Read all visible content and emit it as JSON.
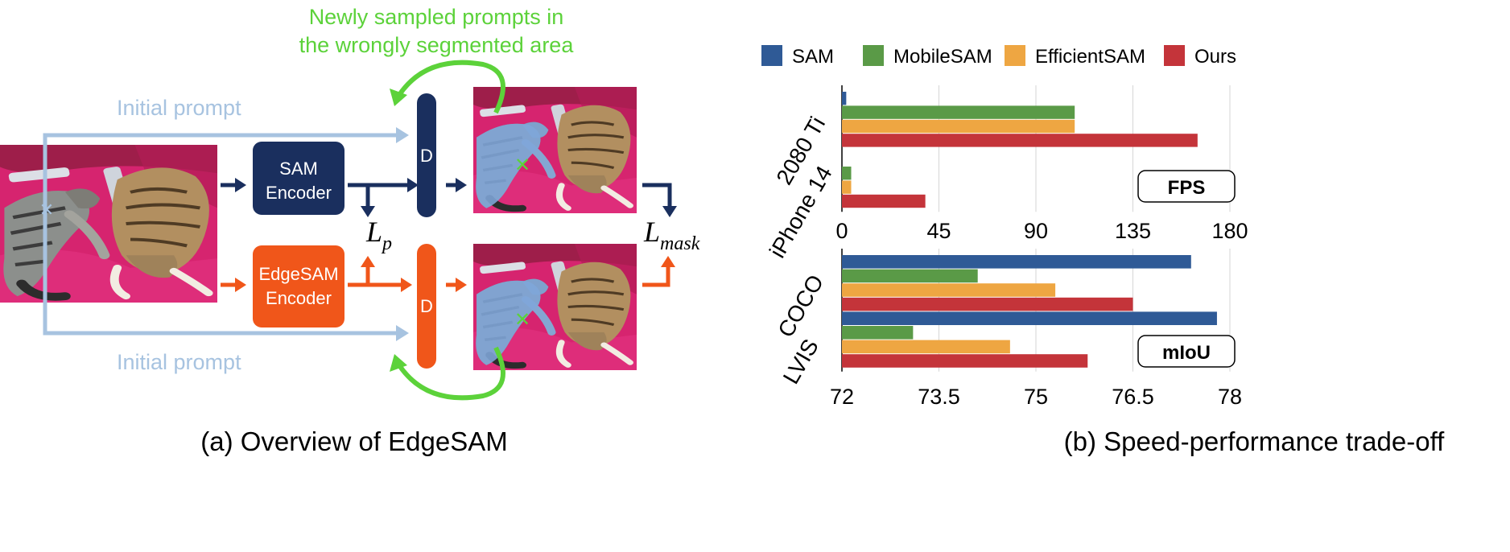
{
  "overview": {
    "caption": "(a) Overview of EdgeSAM",
    "new_prompts_line1": "Newly sampled prompts in",
    "new_prompts_line2": "the wrongly segmented area",
    "initial_prompt_top": "Initial prompt",
    "initial_prompt_bottom": "Initial prompt",
    "sam_encoder_line1": "SAM",
    "sam_encoder_line2": "Encoder",
    "edgesam_encoder_line1": "EdgeSAM",
    "edgesam_encoder_line2": "Encoder",
    "decoder_top": "D",
    "decoder_bottom": "D",
    "loss_p_base": "L",
    "loss_p_sub": "p",
    "loss_mask_base": "L",
    "loss_mask_sub": "mask",
    "colors": {
      "sam": "#1a2f5e",
      "edgesam": "#f0561a",
      "prompt": "#a7c3e0",
      "green": "#5cd23a",
      "cross": "#5cd23a"
    }
  },
  "chart_data": [
    {
      "type": "bar",
      "orientation": "horizontal",
      "metric_label": "FPS",
      "groups": [
        "2080 Ti",
        "iPhone 14"
      ],
      "series": [
        {
          "name": "SAM",
          "color": "#2f5a96",
          "values": [
            2,
            null
          ]
        },
        {
          "name": "MobileSAM",
          "color": "#5a9a47",
          "values": [
            108,
            4.3
          ]
        },
        {
          "name": "EfficientSAM",
          "color": "#eea642",
          "values": [
            108,
            4.3
          ]
        },
        {
          "name": "Ours",
          "color": "#c4343a",
          "values": [
            165,
            38.7
          ]
        }
      ],
      "xlim": [
        0,
        180
      ],
      "xticks": [
        "0",
        "45",
        "90",
        "135",
        "180"
      ],
      "grid": true
    },
    {
      "type": "bar",
      "orientation": "horizontal",
      "metric_label": "mIoU",
      "groups": [
        "COCO",
        "LVIS"
      ],
      "series": [
        {
          "name": "SAM",
          "color": "#2f5a96",
          "values": [
            77.4,
            77.8
          ]
        },
        {
          "name": "MobileSAM",
          "color": "#5a9a47",
          "values": [
            74.1,
            73.1
          ]
        },
        {
          "name": "EfficientSAM",
          "color": "#eea642",
          "values": [
            75.3,
            74.6
          ]
        },
        {
          "name": "Ours",
          "color": "#c4343a",
          "values": [
            76.5,
            75.8
          ]
        }
      ],
      "xlim": [
        72,
        78
      ],
      "xticks": [
        "72",
        "73.5",
        "75",
        "76.5",
        "78"
      ],
      "grid": true
    }
  ],
  "legend": {
    "placement": "top",
    "items": [
      "SAM",
      "MobileSAM",
      "EfficientSAM",
      "Ours"
    ]
  },
  "trade_off_caption": "(b) Speed-performance trade-off"
}
